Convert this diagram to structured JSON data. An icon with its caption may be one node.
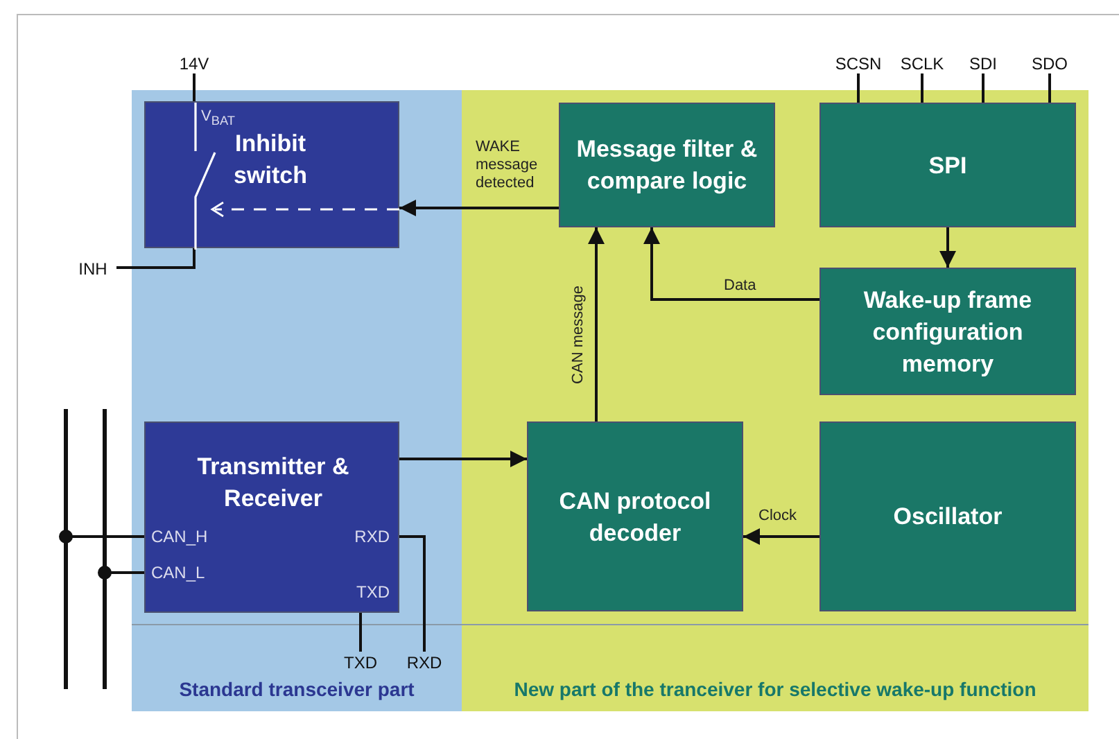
{
  "diagram": {
    "nodes": [
      {
        "text": [
          "Standard transceiver part"
        ]
      },
      {
        "text": [
          "New part of the tranceiver for selective wake-up function"
        ]
      },
      {
        "text": [
          "V$_{BAT}$",
          "Inhibit switch"
        ],
        "in": 0
      },
      {
        "text": [
          "Transmitter & Receiver",
          "CAN_H",
          "RXD",
          "CAN_L",
          "TXD"
        ],
        "in": 0
      },
      {
        "text": [
          "Message filter & compare logic"
        ],
        "in": 1
      },
      {
        "text": [
          "SPI"
        ],
        "in": 1
      },
      {
        "text": [
          "Wake-up frame configuration memory"
        ],
        "in": 1
      },
      {
        "text": [
          "CAN protocol decoder"
        ],
        "in": 1
      },
      {
        "text": [
          "Oscillator"
        ],
        "in": 1
      },
      {
        "text": [
          "14V"
        ]
      },
      {
        "text": [
          "INH"
        ]
      },
      {
        "text": [
          "TXD"
        ],
        "in": 0
      },
      {
        "text": [
          "RXD"
        ],
        "in": 0
      },
      {
        "text": [
          "SCSN"
        ]
      },
      {
        "text": [
          "SCLK"
        ]
      },
      {
        "text": [
          "SDI"
        ]
      },
      {
        "text": [
          "SDO"
        ]
      },
      {
        "text": [],
        "shape": "bar"
      },
      {
        "text": [],
        "shape": "bar"
      }
    ],
    "edges": [
      {
        "from": 4,
        "to": 2,
        "arrow": "to",
        "label": "WAKE message detected"
      },
      {
        "from": 3,
        "to": 7,
        "arrow": "to"
      },
      {
        "from": 7,
        "to": 4,
        "arrow": "to",
        "label": "CAN message"
      },
      {
        "from": 6,
        "to": 4,
        "arrow": "to",
        "label": "Data"
      },
      {
        "from": 5,
        "to": 6,
        "arrow": "to"
      },
      {
        "from": 8,
        "to": 7,
        "arrow": "to",
        "label": "Clock"
      },
      {
        "from": 9,
        "to": 2,
        "arrow": "none"
      },
      {
        "from": 10,
        "to": 2,
        "arrow": "none"
      },
      {
        "from": 3,
        "to": 11,
        "arrow": "none"
      },
      {
        "from": 3,
        "to": 12,
        "arrow": "none"
      },
      {
        "from": 13,
        "to": 5,
        "arrow": "none"
      },
      {
        "from": 14,
        "to": 5,
        "arrow": "none"
      },
      {
        "from": 15,
        "to": 5,
        "arrow": "none"
      },
      {
        "from": 16,
        "to": 5,
        "arrow": "none"
      },
      {
        "from": 17,
        "to": 3,
        "arrow": "other"
      },
      {
        "from": 18,
        "to": 3,
        "arrow": "other"
      }
    ]
  }
}
